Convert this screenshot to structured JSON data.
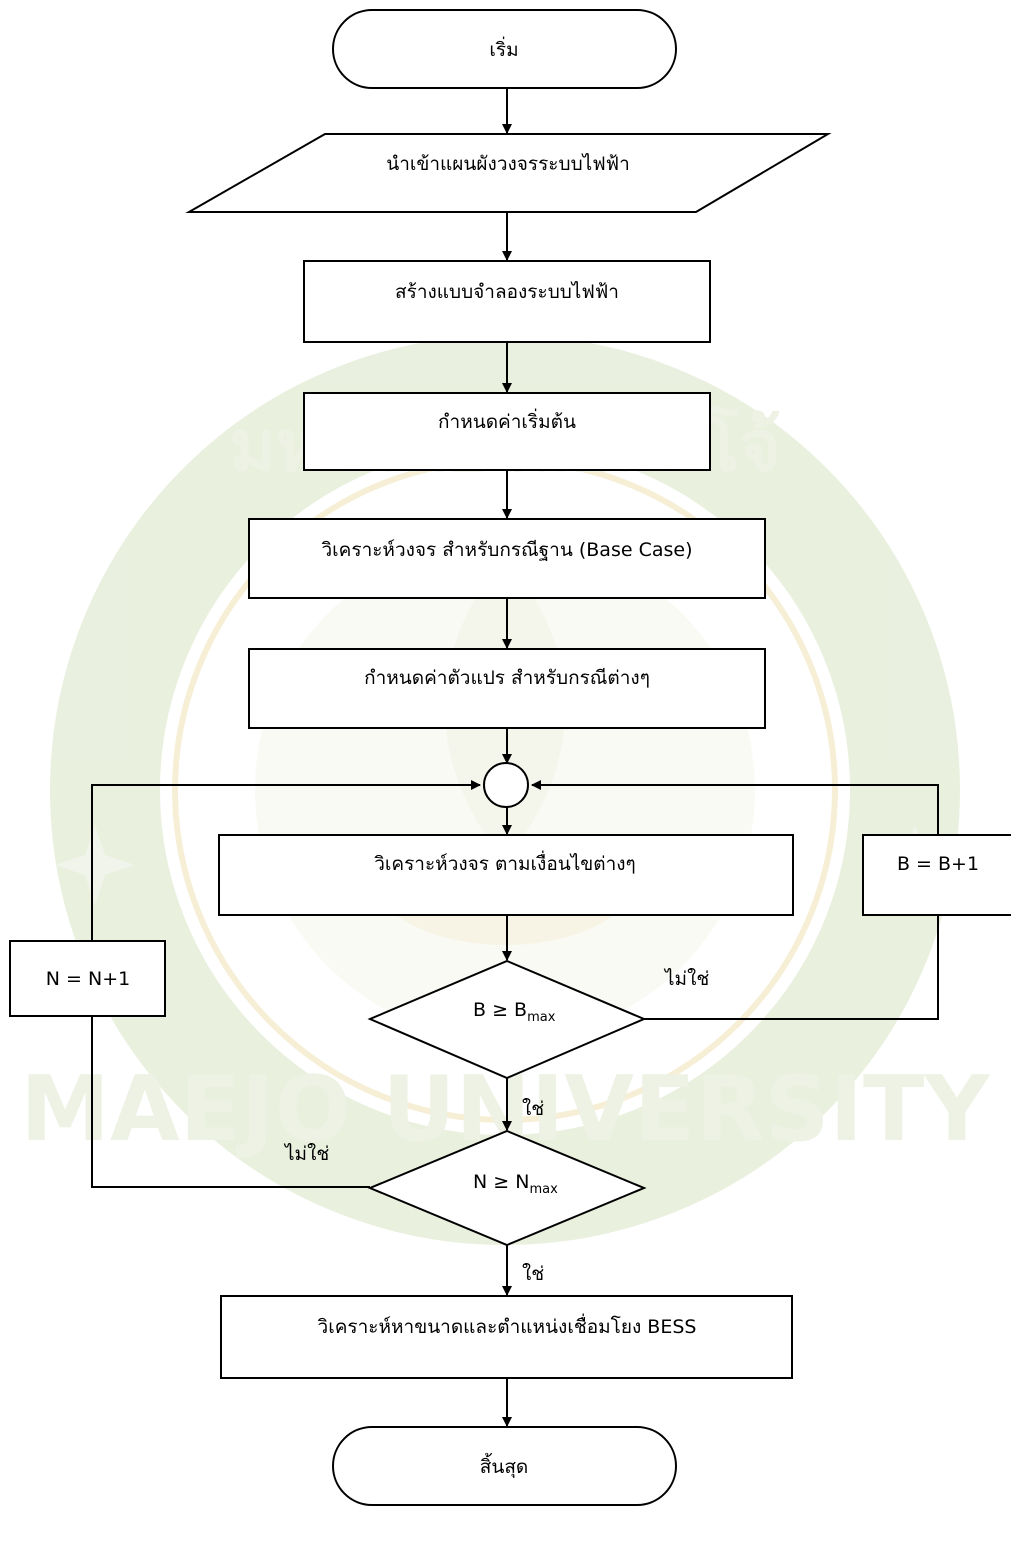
{
  "flowchart": {
    "start": "เริ่ม",
    "import": "นำเข้าแผนผังวงจรระบบไฟฟ้า",
    "model": "สร้างแบบจำลองระบบไฟฟ้า",
    "init": "กำหนดค่าเริ่มต้น",
    "base_case": "วิเคราะห์วงจร สำหรับกรณีฐาน (Base Case)",
    "set_vars": "กำหนดค่าตัวแปร สำหรับกรณีต่างๆ",
    "analyze": "วิเคราะห์วงจร ตามเงื่อนไขต่างๆ",
    "b_increment": "B = B+1",
    "n_increment": "N = N+1",
    "decision_b": {
      "main": "B ≥ B",
      "sub": "max"
    },
    "decision_n": {
      "main": "N ≥ N",
      "sub": "max"
    },
    "no_label_b": "ไม่ใช่",
    "yes_label_b": "ใช่",
    "no_label_n": "ไม่ใช่",
    "yes_label_n": "ใช่",
    "size_location": "วิเคราะห์หาขนาดและตำแหน่งเชื่อมโยง BESS",
    "end": "สิ้นสุด"
  },
  "watermark": {
    "text_top": "มหาวิทยาลัยแม่โจ้",
    "text_bottom": "MAEJO UNIVERSITY",
    "color": "#d9e4c4",
    "accent": "#efe2b5"
  }
}
